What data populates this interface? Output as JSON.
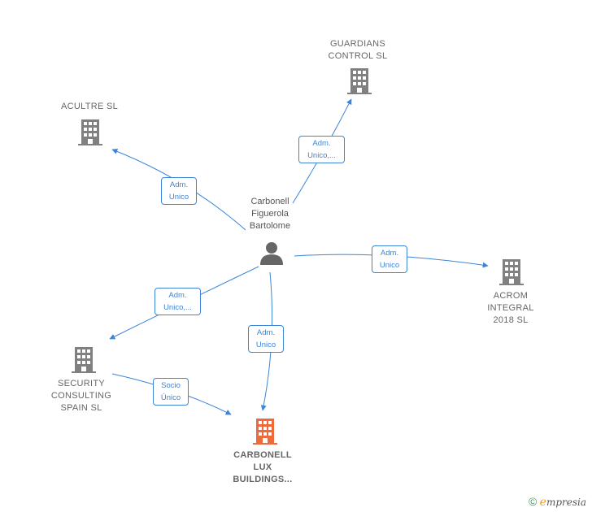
{
  "colors": {
    "edge": "#3d85d6",
    "company": "#808080",
    "focus_company": "#ee6a3a",
    "person": "#666666"
  },
  "nodes": {
    "person": {
      "lines": [
        "Carbonell",
        "Figuerola",
        "Bartolome"
      ],
      "icon": "person-icon"
    },
    "guardians": {
      "lines": [
        "GUARDIANS",
        "CONTROL  SL"
      ],
      "icon": "building-icon"
    },
    "acultre": {
      "lines": [
        "ACULTRE  SL"
      ],
      "icon": "building-icon"
    },
    "acrom": {
      "lines": [
        "ACROM",
        "INTEGRAL",
        "2018  SL"
      ],
      "icon": "building-icon"
    },
    "security": {
      "lines": [
        "SECURITY",
        "CONSULTING",
        "SPAIN  SL"
      ],
      "icon": "building-icon"
    },
    "carbonell_lux": {
      "lines": [
        "CARBONELL",
        "LUX",
        "BUILDINGS..."
      ],
      "icon": "building-icon"
    }
  },
  "edges": {
    "to_guardians": [
      "Adm.",
      "Unico,..."
    ],
    "to_acultre": [
      "Adm.",
      "Unico"
    ],
    "to_acrom": [
      "Adm.",
      "Unico"
    ],
    "to_security": [
      "Adm.",
      "Unico,..."
    ],
    "to_carbonell_lux": [
      "Adm.",
      "Unico"
    ],
    "security_to_carbonell_lux": [
      "Socio",
      "Único"
    ]
  },
  "footer": {
    "copyright_symbol": "©",
    "brand_initial": "e",
    "brand_rest": "mpresia"
  }
}
